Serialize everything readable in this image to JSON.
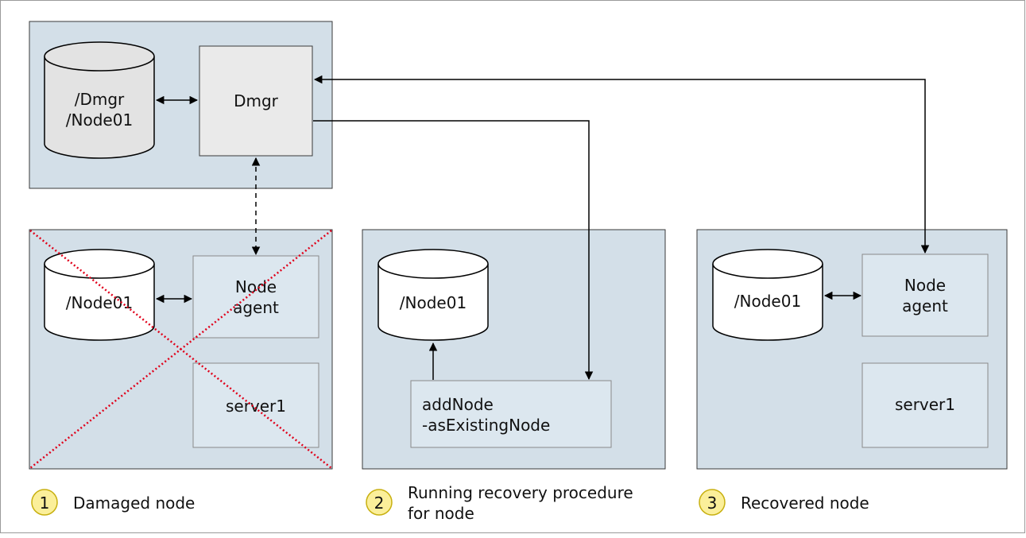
{
  "dmgr_panel": {
    "repository_lines": [
      "/Dmgr",
      "/Node01"
    ],
    "dmgr_label": "Dmgr"
  },
  "node_panel_1": {
    "repository_label": "/Node01",
    "agent_lines": [
      "Node",
      "agent"
    ],
    "server_label": "server1",
    "damaged": true
  },
  "node_panel_2": {
    "repository_label": "/Node01",
    "command_lines": [
      "addNode",
      "-asExistingNode"
    ]
  },
  "node_panel_3": {
    "repository_label": "/Node01",
    "agent_lines": [
      "Node",
      "agent"
    ],
    "server_label": "server1"
  },
  "captions": [
    {
      "number": "1",
      "lines": [
        "Damaged node"
      ]
    },
    {
      "number": "2",
      "lines": [
        "Running recovery procedure",
        "for node"
      ]
    },
    {
      "number": "3",
      "lines": [
        "Recovered node"
      ]
    }
  ],
  "colors": {
    "panel_fill": "#d3dfe8",
    "box_fill": "#dce7ef",
    "dmgr_box_fill": "#eaeaea",
    "cross_line": "#e0001a",
    "badge_fill": "#fbef9a",
    "badge_stroke": "#c8b010"
  }
}
